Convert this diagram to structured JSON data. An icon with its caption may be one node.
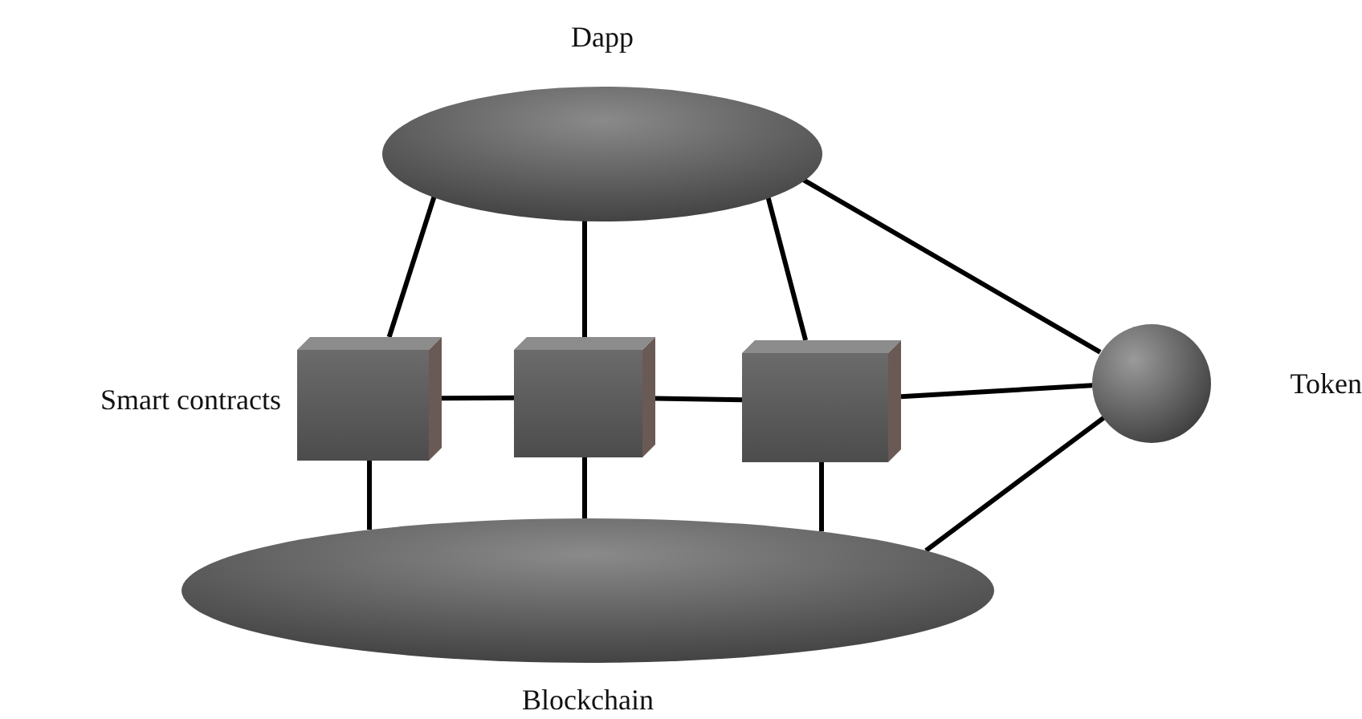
{
  "diagram": {
    "nodes": [
      {
        "text": [
          "Dapp"
        ]
      },
      {
        "text": [],
        "shape": "box",
        "beside": [
          "Smart contracts"
        ]
      },
      {
        "text": [],
        "shape": "box"
      },
      {
        "text": [],
        "shape": "box"
      },
      {
        "text": [
          "Token"
        ]
      },
      {
        "text": [
          "Blockchain"
        ]
      }
    ],
    "edges": [
      {
        "from": 0,
        "to": 1,
        "arrow": "none"
      },
      {
        "from": 0,
        "to": 2,
        "arrow": "none"
      },
      {
        "from": 0,
        "to": 3,
        "arrow": "none"
      },
      {
        "from": 0,
        "to": 4,
        "arrow": "none"
      },
      {
        "from": 1,
        "to": 2,
        "arrow": "none"
      },
      {
        "from": 2,
        "to": 3,
        "arrow": "none"
      },
      {
        "from": 3,
        "to": 4,
        "arrow": "none"
      },
      {
        "from": 1,
        "to": 5,
        "arrow": "none"
      },
      {
        "from": 2,
        "to": 5,
        "arrow": "none"
      },
      {
        "from": 3,
        "to": 5,
        "arrow": "none"
      },
      {
        "from": 5,
        "to": 4,
        "arrow": "none"
      }
    ]
  }
}
